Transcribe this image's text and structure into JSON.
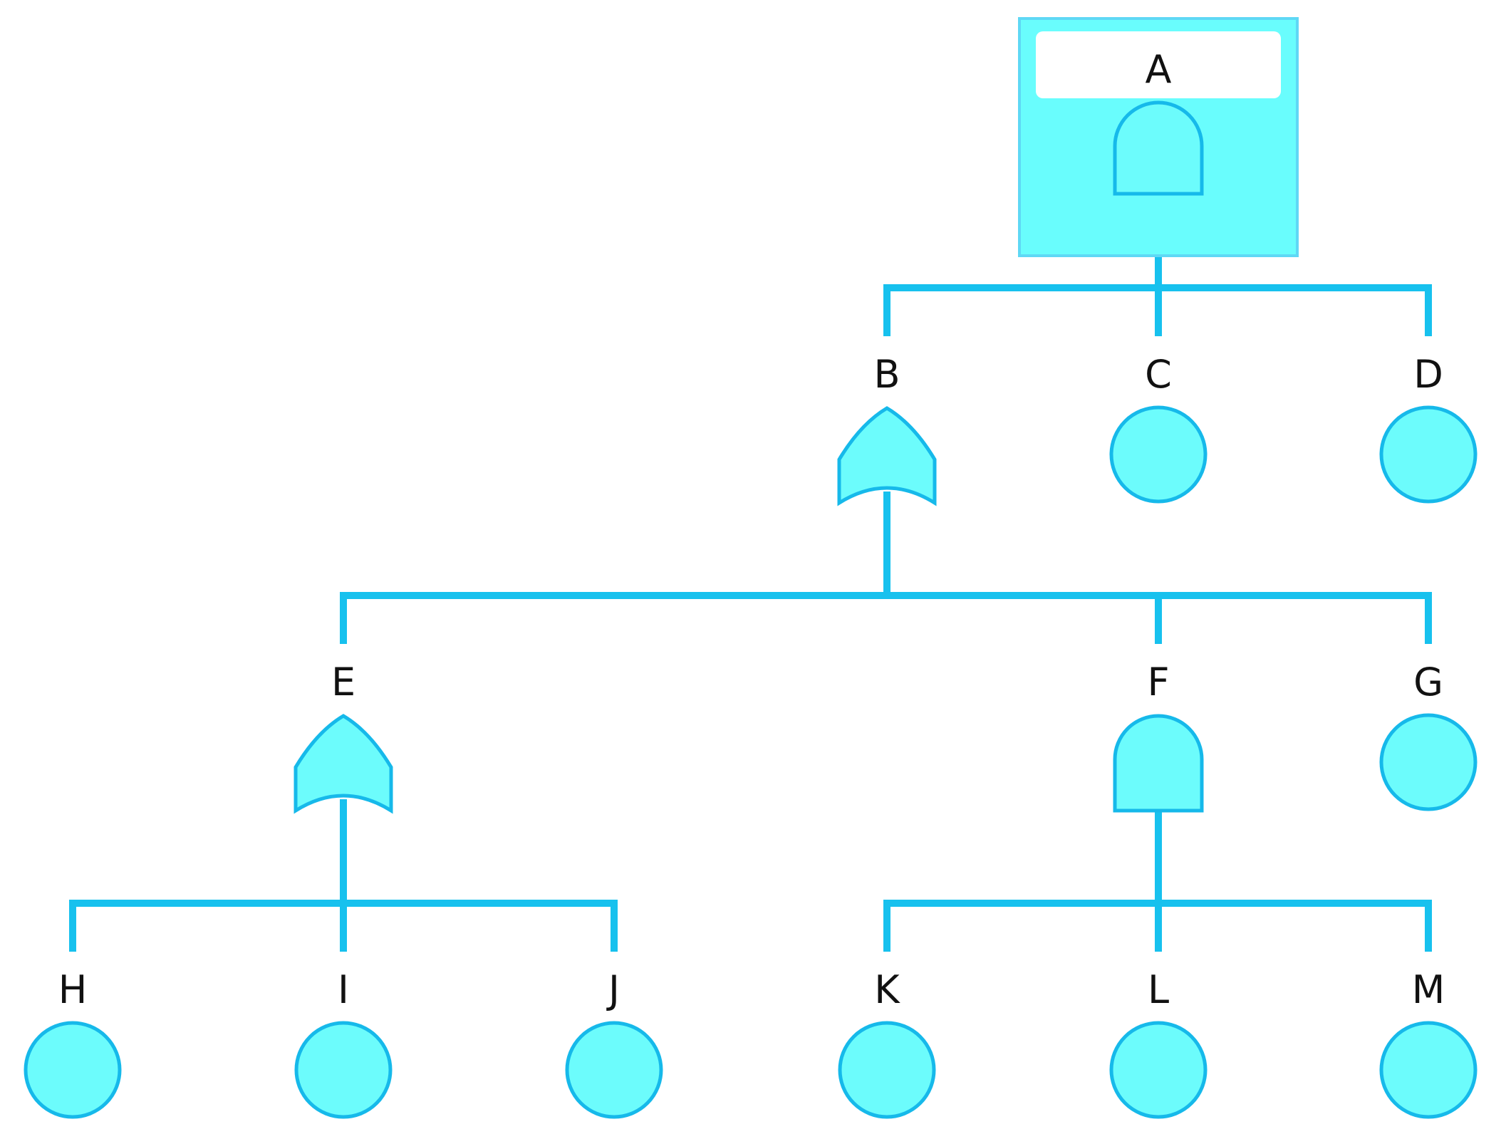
{
  "colors": {
    "node_fill": "#6cfcfc",
    "node_stroke": "#16b9ea",
    "wire": "#17c1ee",
    "top_box_fill": "#69fdfd",
    "label": "#111111"
  },
  "tree": {
    "top": {
      "label": "A",
      "gate": "and-gate-icon"
    },
    "nodes": [
      {
        "id": "B",
        "label": "B",
        "type": "or-gate-icon"
      },
      {
        "id": "C",
        "label": "C",
        "type": "basic-event-icon"
      },
      {
        "id": "D",
        "label": "D",
        "type": "basic-event-icon"
      },
      {
        "id": "E",
        "label": "E",
        "type": "or-gate-icon"
      },
      {
        "id": "F",
        "label": "F",
        "type": "and-gate-icon"
      },
      {
        "id": "G",
        "label": "G",
        "type": "basic-event-icon"
      },
      {
        "id": "H",
        "label": "H",
        "type": "basic-event-icon"
      },
      {
        "id": "I",
        "label": "I",
        "type": "basic-event-icon"
      },
      {
        "id": "J",
        "label": "J",
        "type": "basic-event-icon"
      },
      {
        "id": "K",
        "label": "K",
        "type": "basic-event-icon"
      },
      {
        "id": "L",
        "label": "L",
        "type": "basic-event-icon"
      },
      {
        "id": "M",
        "label": "M",
        "type": "basic-event-icon"
      }
    ],
    "edges": [
      [
        "A",
        "B"
      ],
      [
        "A",
        "C"
      ],
      [
        "A",
        "D"
      ],
      [
        "B",
        "E"
      ],
      [
        "B",
        "F"
      ],
      [
        "B",
        "G"
      ],
      [
        "E",
        "H"
      ],
      [
        "E",
        "I"
      ],
      [
        "E",
        "J"
      ],
      [
        "F",
        "K"
      ],
      [
        "F",
        "L"
      ],
      [
        "F",
        "M"
      ]
    ]
  }
}
